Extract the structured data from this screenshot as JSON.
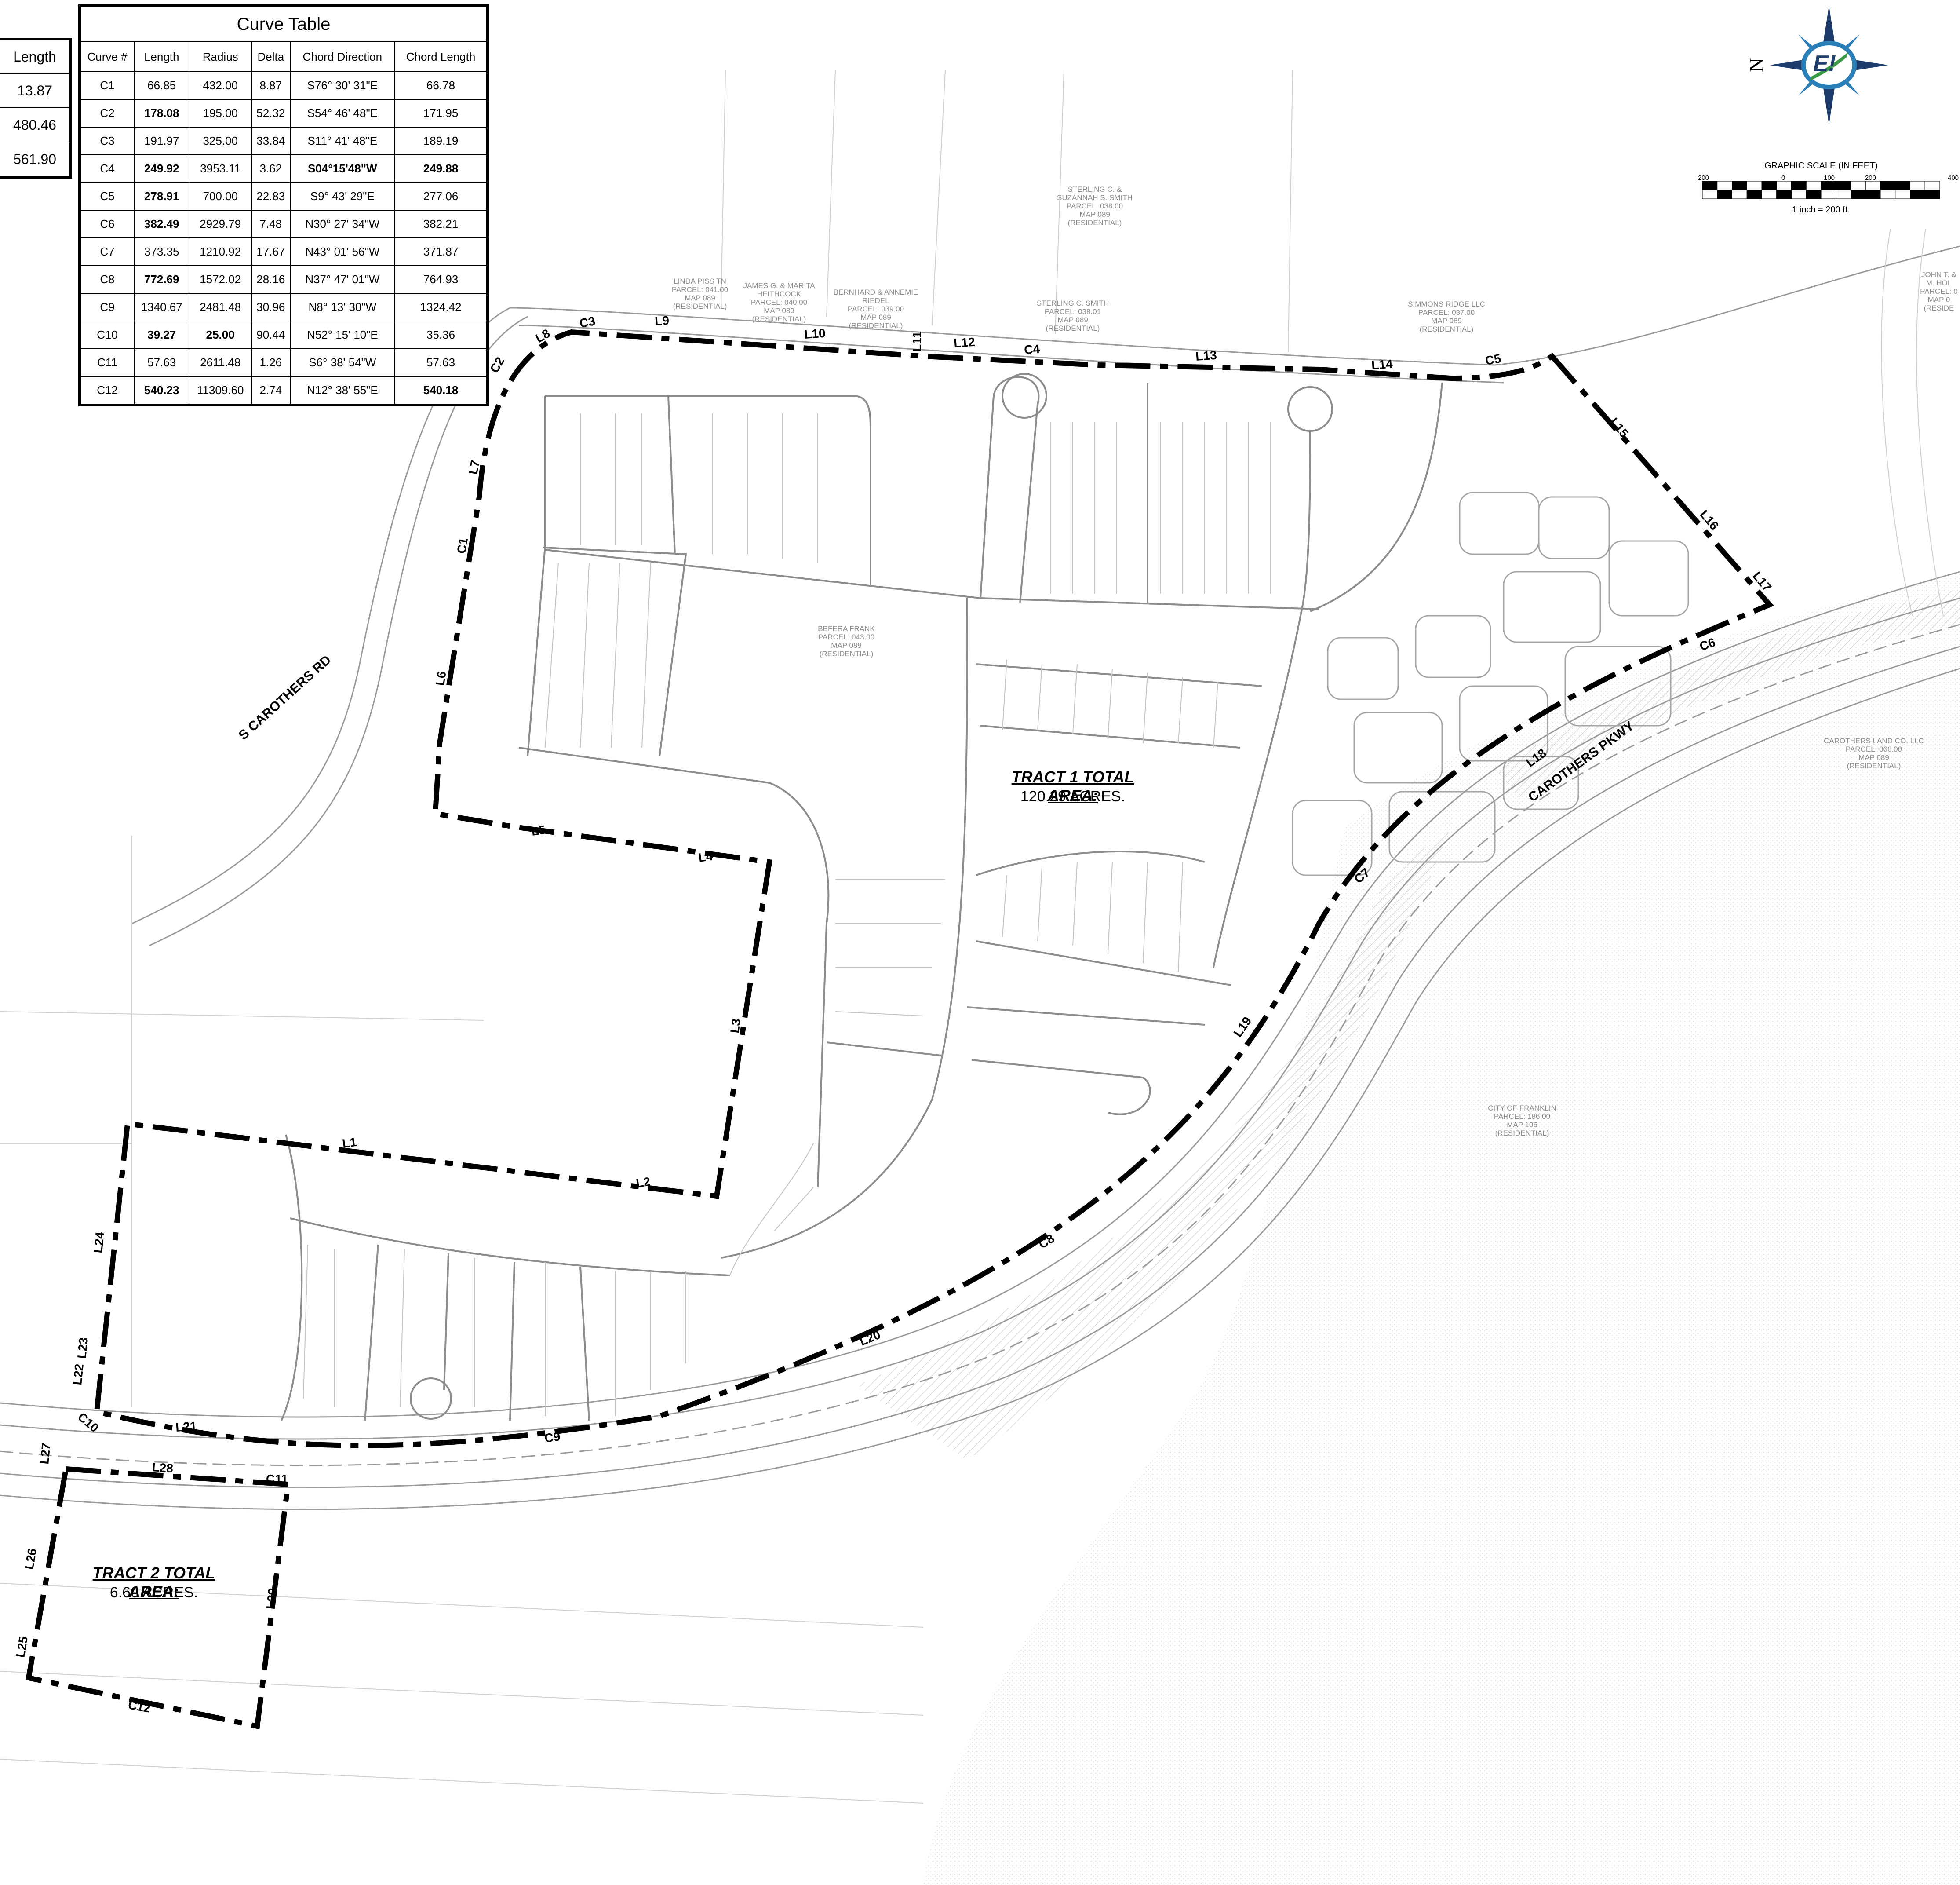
{
  "curve_table": {
    "title": "Curve Table",
    "headers": [
      "Curve #",
      "Length",
      "Radius",
      "Delta",
      "Chord Direction",
      "Chord Length"
    ],
    "rows": [
      {
        "id": "C1",
        "length": "66.85",
        "radius": "432.00",
        "delta": "8.87",
        "direction": "S76° 30' 31\"E",
        "chord": "66.78",
        "bold": [
          false,
          false,
          false,
          false,
          false
        ]
      },
      {
        "id": "C2",
        "length": "178.08",
        "radius": "195.00",
        "delta": "52.32",
        "direction": "S54° 46' 48\"E",
        "chord": "171.95",
        "bold": [
          true,
          false,
          false,
          false,
          false
        ]
      },
      {
        "id": "C3",
        "length": "191.97",
        "radius": "325.00",
        "delta": "33.84",
        "direction": "S11° 41' 48\"E",
        "chord": "189.19",
        "bold": [
          false,
          false,
          false,
          false,
          false
        ]
      },
      {
        "id": "C4",
        "length": "249.92",
        "radius": "3953.11",
        "delta": "3.62",
        "direction": "S04°15'48\"W",
        "chord": "249.88",
        "bold": [
          true,
          false,
          false,
          true,
          true
        ]
      },
      {
        "id": "C5",
        "length": "278.91",
        "radius": "700.00",
        "delta": "22.83",
        "direction": "S9° 43' 29\"E",
        "chord": "277.06",
        "bold": [
          true,
          false,
          false,
          false,
          false
        ]
      },
      {
        "id": "C6",
        "length": "382.49",
        "radius": "2929.79",
        "delta": "7.48",
        "direction": "N30° 27' 34\"W",
        "chord": "382.21",
        "bold": [
          true,
          false,
          false,
          false,
          false
        ]
      },
      {
        "id": "C7",
        "length": "373.35",
        "radius": "1210.92",
        "delta": "17.67",
        "direction": "N43° 01' 56\"W",
        "chord": "371.87",
        "bold": [
          false,
          false,
          false,
          false,
          false
        ]
      },
      {
        "id": "C8",
        "length": "772.69",
        "radius": "1572.02",
        "delta": "28.16",
        "direction": "N37° 47' 01\"W",
        "chord": "764.93",
        "bold": [
          true,
          false,
          false,
          false,
          false
        ]
      },
      {
        "id": "C9",
        "length": "1340.67",
        "radius": "2481.48",
        "delta": "30.96",
        "direction": "N8° 13' 30\"W",
        "chord": "1324.42",
        "bold": [
          false,
          false,
          false,
          false,
          false
        ]
      },
      {
        "id": "C10",
        "length": "39.27",
        "radius": "25.00",
        "delta": "90.44",
        "direction": "N52° 15' 10\"E",
        "chord": "35.36",
        "bold": [
          true,
          true,
          false,
          false,
          false
        ]
      },
      {
        "id": "C11",
        "length": "57.63",
        "radius": "2611.48",
        "delta": "1.26",
        "direction": "S6° 38' 54\"W",
        "chord": "57.63",
        "bold": [
          false,
          false,
          false,
          false,
          false
        ]
      },
      {
        "id": "C12",
        "length": "540.23",
        "radius": "11309.60",
        "delta": "2.74",
        "direction": "N12° 38' 55\"E",
        "chord": "540.18",
        "bold": [
          true,
          false,
          false,
          false,
          true
        ]
      }
    ]
  },
  "line_table": {
    "header": "Length",
    "rows": [
      "13.87",
      "480.46",
      "561.90"
    ]
  },
  "compass": {
    "north_label": "N",
    "logo_text": "E!",
    "colors": {
      "blue": "#2a7fb8",
      "green": "#3a9a45",
      "navy": "#1e3d6b"
    }
  },
  "scale": {
    "title": "GRAPHIC SCALE (IN FEET)",
    "ticks": [
      "200",
      "0",
      "100",
      "200",
      "400"
    ],
    "note": "1 inch = 200 ft."
  },
  "tract1": {
    "title": "TRACT 1 TOTAL AREA:",
    "area": "120.29 ACRES."
  },
  "tract2": {
    "title": "TRACT 2 TOTAL AREA:",
    "area": "6.60 ACRES."
  },
  "roads": {
    "carothers_rd": "S CAROTHERS RD",
    "carothers_pkwy": "CAROTHERS PKWY"
  },
  "segment_labels": [
    "L1",
    "L2",
    "L3",
    "L4",
    "L5",
    "L6",
    "L7",
    "L8",
    "L9",
    "L10",
    "L11",
    "L12",
    "L13",
    "L14",
    "L15",
    "L16",
    "L17",
    "L18",
    "L19",
    "L20",
    "L21",
    "L22",
    "L23",
    "L24",
    "L25",
    "L26",
    "L27",
    "L28",
    "L29",
    "C1",
    "C2",
    "C3",
    "C4",
    "C5",
    "C6",
    "C7",
    "C8",
    "C9",
    "C10",
    "C11",
    "C12"
  ],
  "parcels": [
    {
      "lines": [
        "STERLING C. &",
        "SUZANNAH S. SMITH",
        "PARCEL: 038.00",
        "MAP 089",
        "(RESIDENTIAL)"
      ]
    },
    {
      "lines": [
        "LINDA PISS TN",
        "PARCEL: 041.00",
        "MAP 089",
        "(RESIDENTIAL)"
      ]
    },
    {
      "lines": [
        "JAMES G. & MARITA",
        "HEITHCOCK",
        "PARCEL: 040.00",
        "MAP 089",
        "(RESIDENTIAL)"
      ]
    },
    {
      "lines": [
        "BERNHARD & ANNEMIE",
        "RIEDEL",
        "PARCEL: 039.00",
        "MAP 089",
        "(RESIDENTIAL)"
      ]
    },
    {
      "lines": [
        "STERLING C. SMITH",
        "PARCEL: 038.01",
        "MAP 089",
        "(RESIDENTIAL)"
      ]
    },
    {
      "lines": [
        "SIMMONS RIDGE LLC",
        "PARCEL: 037.00",
        "MAP 089",
        "(RESIDENTIAL)"
      ]
    },
    {
      "lines": [
        "BEFERA FRANK",
        "PARCEL: 043.00",
        "MAP 089",
        "(RESIDENTIAL)"
      ]
    },
    {
      "lines": [
        "CAROTHERS LAND CO. LLC",
        "PARCEL: 068.00",
        "MAP 089",
        "(RESIDENTIAL)"
      ]
    },
    {
      "lines": [
        "CITY OF FRANKLIN",
        "PARCEL: 186.00",
        "MAP 106",
        "(RESIDENTIAL)"
      ]
    },
    {
      "lines": [
        "JOHN T. &",
        "M. HOL",
        "PARCEL: 0",
        "MAP 0",
        "(RESIDE"
      ]
    }
  ]
}
